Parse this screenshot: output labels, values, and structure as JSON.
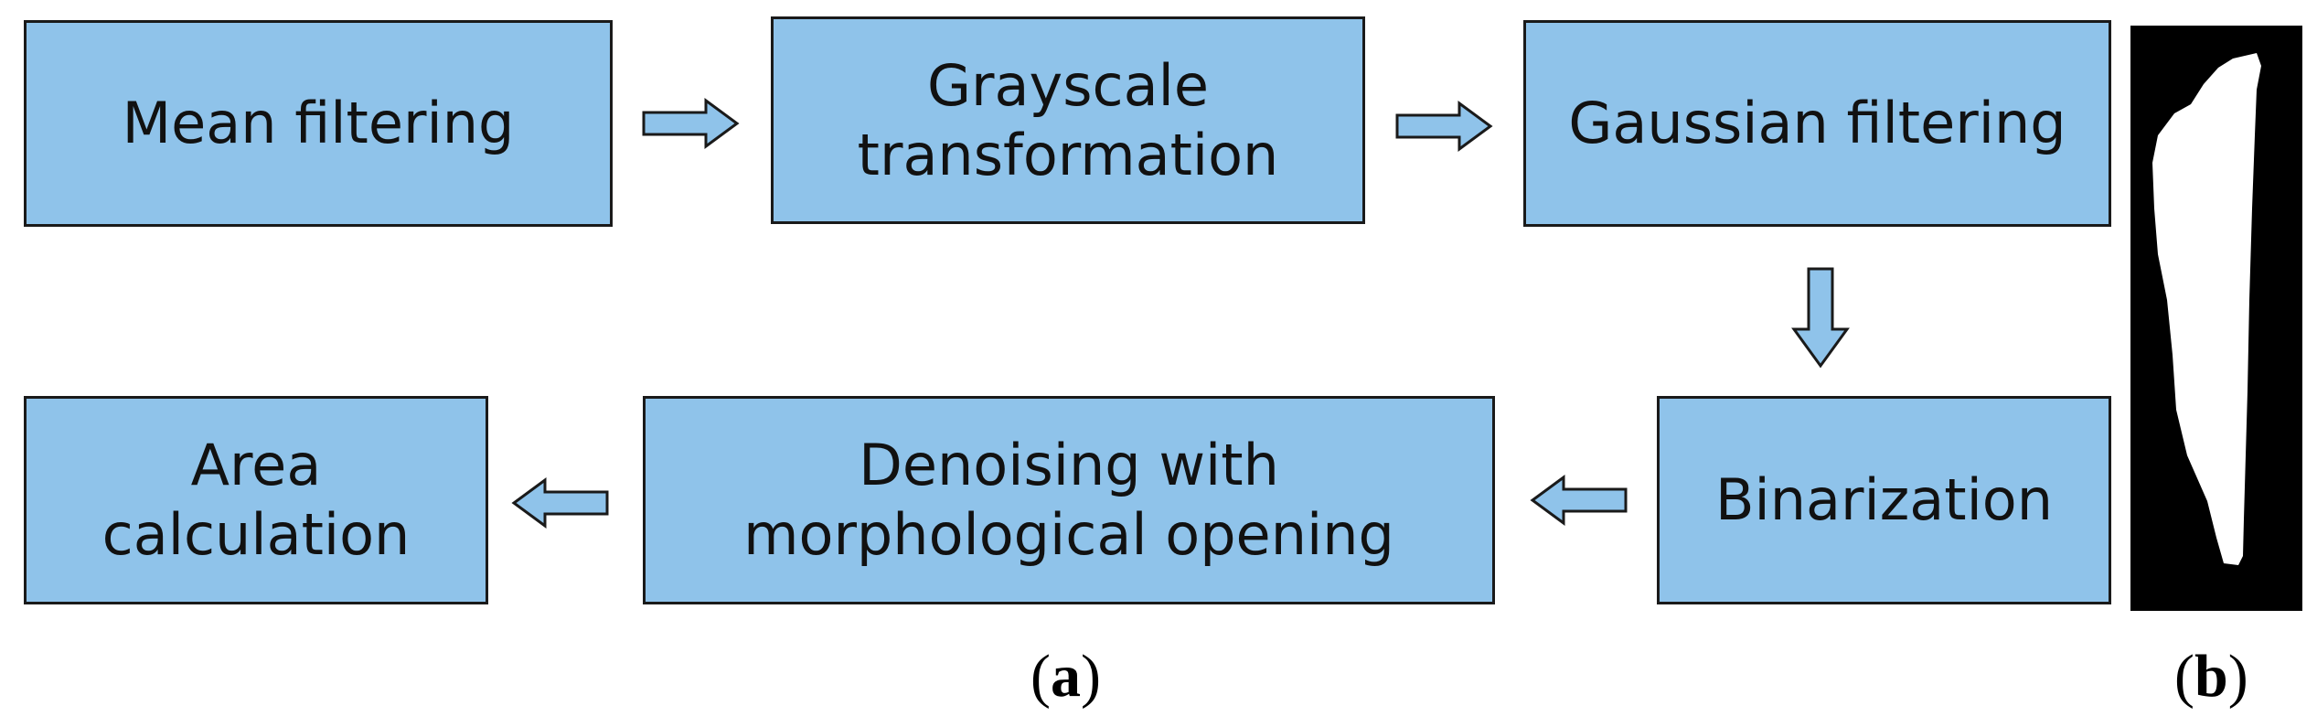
{
  "steps": {
    "mean": {
      "line1": "Mean filtering"
    },
    "gray": {
      "line1": "Grayscale",
      "line2": "transformation"
    },
    "gauss": {
      "line1": "Gaussian filtering"
    },
    "binar": {
      "line1": "Binarization"
    },
    "denoise": {
      "line1": "Denoising with",
      "line2": "morphological opening"
    },
    "area": {
      "line1": "Area",
      "line2": "calculation"
    }
  },
  "captions": {
    "a": {
      "open": "(",
      "letter": "a",
      "close": ")"
    },
    "b": {
      "open": "(",
      "letter": "b",
      "close": ")"
    }
  },
  "colors": {
    "box_fill": "#8fc3ea",
    "border": "#1a1a1a",
    "panel_bg": "#000000",
    "shape": "#ffffff"
  }
}
